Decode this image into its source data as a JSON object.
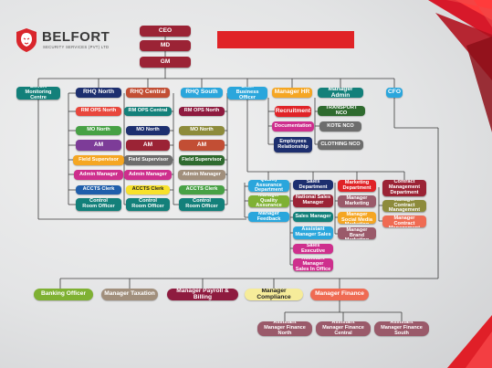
{
  "logo": {
    "name": "BELFORT",
    "tagline": "SECURITY SERVICES (PVT) LTD"
  },
  "colors": {
    "maroon": "#9b2335",
    "teal": "#13807a",
    "navy": "#1d2f6f",
    "red": "#e8473d",
    "green": "#47a145",
    "darkgreen": "#2f6b2f",
    "olive": "#8d8b3b",
    "magenta": "#ce2f8d",
    "purple": "#7d3c98",
    "yellow": "#f7e12b",
    "orange": "#f5a623",
    "sky": "#2aa6dc",
    "blue": "#1f5eab",
    "gray": "#6d6d6d",
    "wine": "#8e1b3f",
    "brick": "#c24e34",
    "cream": "#f6ec9a",
    "salmon": "#ef6b53",
    "rose": "#9a5a6a",
    "leaf": "#7fb133",
    "taupe": "#a18f7c",
    "accent_red": "#e02327"
  },
  "top": {
    "ceo": "CEO",
    "md": "MD",
    "gm": "GM"
  },
  "belfort_monitoring": "Belfort\nMonitoring Centre",
  "columns": [
    {
      "head": "RHQ North",
      "ops": "RM OPS North",
      "mo": "MO North",
      "am": "AM",
      "fs": "Field Supervisor",
      "admin": "Admin Manager",
      "accts": "ACCTS Clerk",
      "cro": "Control\nRoom Officer"
    },
    {
      "head": "RHQ Central",
      "ops": "RM OPS Central",
      "mo": "MO North",
      "am": "AM",
      "fs": "Field Supervisor",
      "admin": "Admin Manager",
      "accts": "ACCTS Clerk",
      "cro": "Control\nRoom Officer"
    },
    {
      "head": "RHQ South",
      "ops": "RM OPS North",
      "mo": "MO North",
      "am": "AM",
      "fs": "Field Supervisor",
      "admin": "Admin Manager",
      "accts": "ACCTS Clerk",
      "cro": "Control\nRoom Officer"
    }
  ],
  "cbo": "Chief Business\nOfficer",
  "hr": {
    "head": "Manager HR",
    "items": [
      "Recruitment",
      "Documentation",
      "Employees\nRelationship"
    ]
  },
  "admin": {
    "head": "Manager Admin",
    "items": [
      "TRANSPORT NCO",
      "KOTE NCO",
      "CLOTHING NCO"
    ]
  },
  "cfo": "CFO",
  "business": {
    "qa": "Quality Assurance\nDepartment",
    "mqa": "Manager Quality\nAssurance",
    "mfeedback": "Manager Feedback",
    "sales_dept": "Sales Department",
    "nsm": "National Sales\nManager",
    "sm": "Sales Manager",
    "asm": "Assistant\nManager Sales",
    "se": "Sales Executive",
    "amso": "Assistant Manager\nSales In Office",
    "mkt_dept": "Marketing\nDepartment",
    "mmkt": "Manager\nMarketing",
    "amsm": "Assistant Manager\nSocial Media Marketing",
    "ambm": "Assistant Manager\nBrand Marketing",
    "cmd": "Contract\nManagement\nDepartment",
    "mcm": "Manager Contract\nManagement",
    "amcm": "Assistant Manager\nContract Management"
  },
  "finance": {
    "items": [
      "Banking Officer",
      "Manager Taxation",
      "Manager Payroll & Billing",
      "Manager Compliance",
      "Manager Finance"
    ],
    "assistants": [
      "Assistant\nManager Finance North",
      "Assistant\nManager Finance Central",
      "Assistant\nManager Finance South"
    ]
  }
}
